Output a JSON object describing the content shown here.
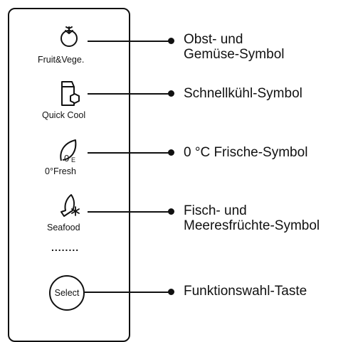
{
  "panel": {
    "icons": [
      {
        "icon": "tomato-icon",
        "label": "Fruit&Vege."
      },
      {
        "icon": "milk-carton-icon",
        "label": "Quick Cool"
      },
      {
        "icon": "leaf-zero-icon",
        "label": "0°Fresh"
      },
      {
        "icon": "fish-snowflake-icon",
        "label": "Seafood"
      }
    ],
    "separator": "........",
    "select_button": "Select"
  },
  "callouts": [
    {
      "line1": "Obst- und",
      "line2": "Gemüse-Symbol"
    },
    {
      "line1": "Schnellkühl-Symbol"
    },
    {
      "line1": "0 °C Frische-Symbol"
    },
    {
      "line1": "Fisch- und",
      "line2": "Meeresfrüchte-Symbol"
    },
    {
      "line1": "Funktionswahl-Taste"
    }
  ],
  "colors": {
    "ink": "#111111",
    "background": "#ffffff"
  }
}
